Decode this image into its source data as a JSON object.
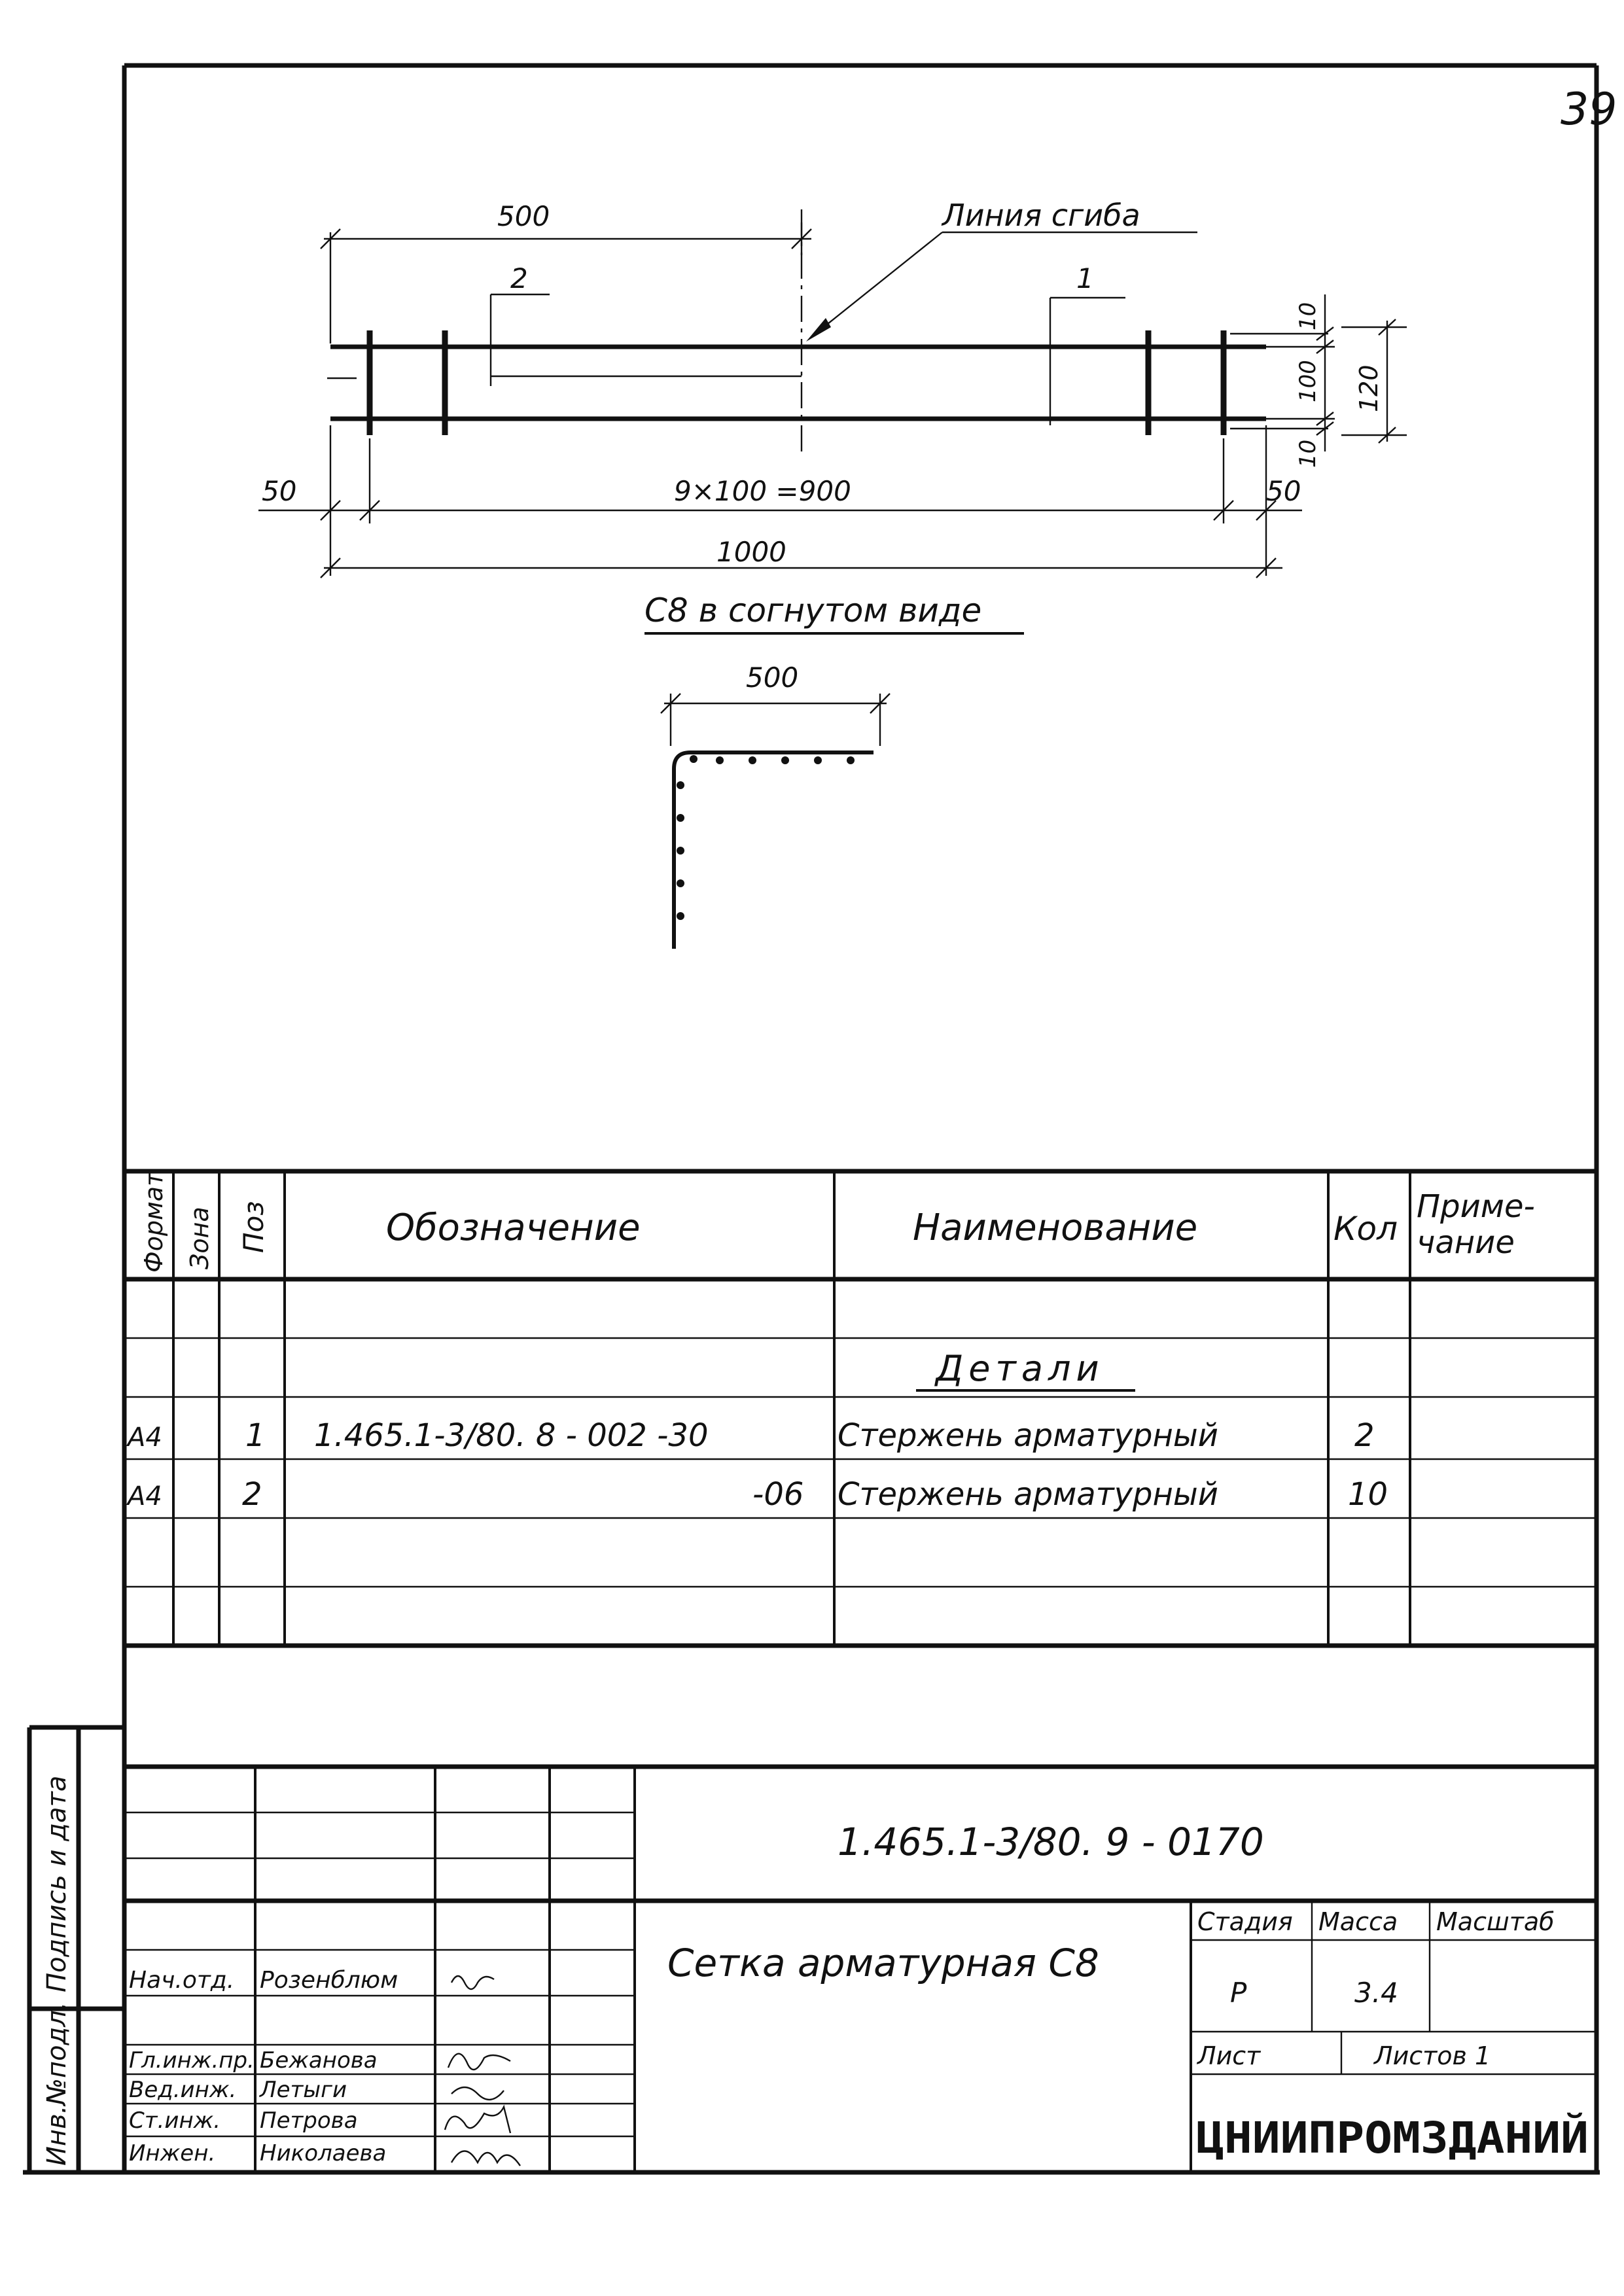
{
  "sheet": {
    "page_number": "39"
  },
  "drawing": {
    "dim_top_500": "500",
    "callout_bend_line": "Линия сгиба",
    "callout_pos_2": "2",
    "callout_pos_1": "1",
    "dim_right_10_top": "10",
    "dim_right_100": "100",
    "dim_right_120": "120",
    "dim_right_10_bottom": "10",
    "dim_left_50": "50",
    "dim_middle": "9×100 =900",
    "dim_right_50": "50",
    "dim_overall_1000": "1000",
    "bent_view_title": "С8 в согнутом виде",
    "bent_view_dim_500": "500"
  },
  "spec_table": {
    "headers": {
      "format": "Формат",
      "zone": "Зона",
      "pos": "Поз",
      "designation": "Обозначение",
      "name": "Наименование",
      "qty": "Кол",
      "note": "Приме-\nчание"
    },
    "section_title": "Детали",
    "rows": [
      {
        "format": "А4",
        "pos": "1",
        "designation": "1.465.1-3/80. 8 - 002 -30",
        "name": "Стержень арматурный",
        "qty": "2"
      },
      {
        "format": "А4",
        "pos": "2",
        "designation": "-06",
        "name": "Стержень арматурный",
        "qty": "10"
      }
    ]
  },
  "title_block": {
    "document_code": "1.465.1-3/80. 9 - 0170",
    "document_name": "Сетка арматурная С8",
    "stage_label": "Стадия",
    "mass_label": "Масса",
    "scale_label": "Масштаб",
    "stage_value": "Р",
    "mass_value": "3.4",
    "sheet_label": "Лист",
    "sheets_label": "Листов 1",
    "organization": "ЦНИИПРОМЗДАНИЙ",
    "signatures": [
      {
        "role": "Нач.отд.",
        "name": "Розенблюм"
      },
      {
        "role": "Гл.инж.пр.",
        "name": "Бежанова"
      },
      {
        "role": "Вед.инж.",
        "name": "Летыги"
      },
      {
        "role": "Ст.инж.",
        "name": "Петрова"
      },
      {
        "role": "Инжен.",
        "name": "Николаева"
      }
    ]
  },
  "side_stamp": {
    "inv_no": "Инв.№подл.",
    "signature_date": "Подпись и дата"
  }
}
